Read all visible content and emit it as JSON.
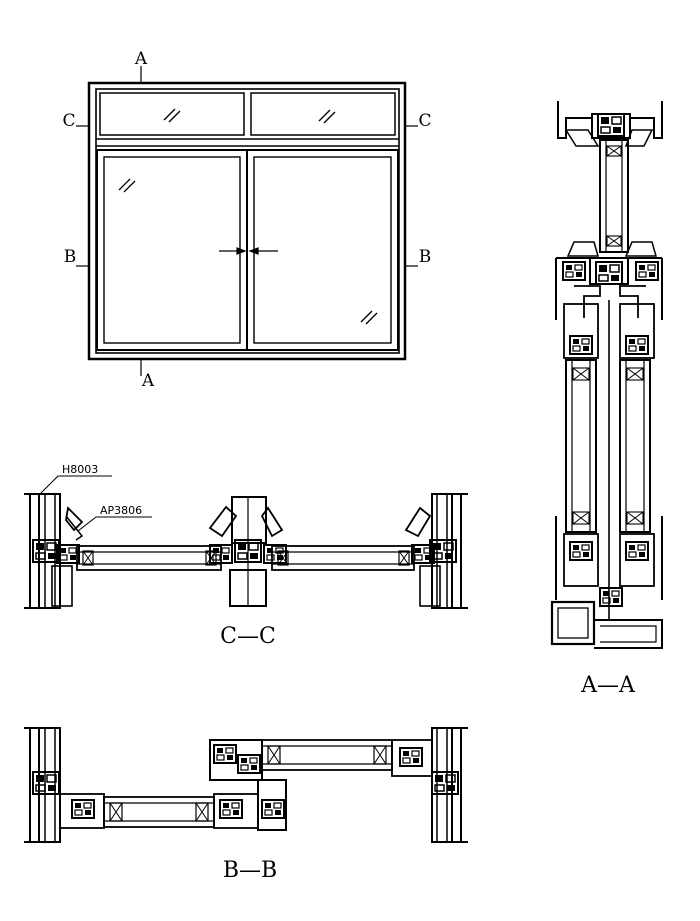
{
  "elevation": {
    "markers": {
      "a_top": "A",
      "a_bottom": "A",
      "c_left": "C",
      "c_right": "C",
      "b_left": "B",
      "b_right": "B"
    }
  },
  "section_cc": {
    "title": "C—C",
    "leaders": [
      {
        "text": "H8003"
      },
      {
        "text": "AP3806"
      }
    ]
  },
  "section_aa": {
    "title": "A—A"
  },
  "section_bb": {
    "title": "B—B"
  }
}
